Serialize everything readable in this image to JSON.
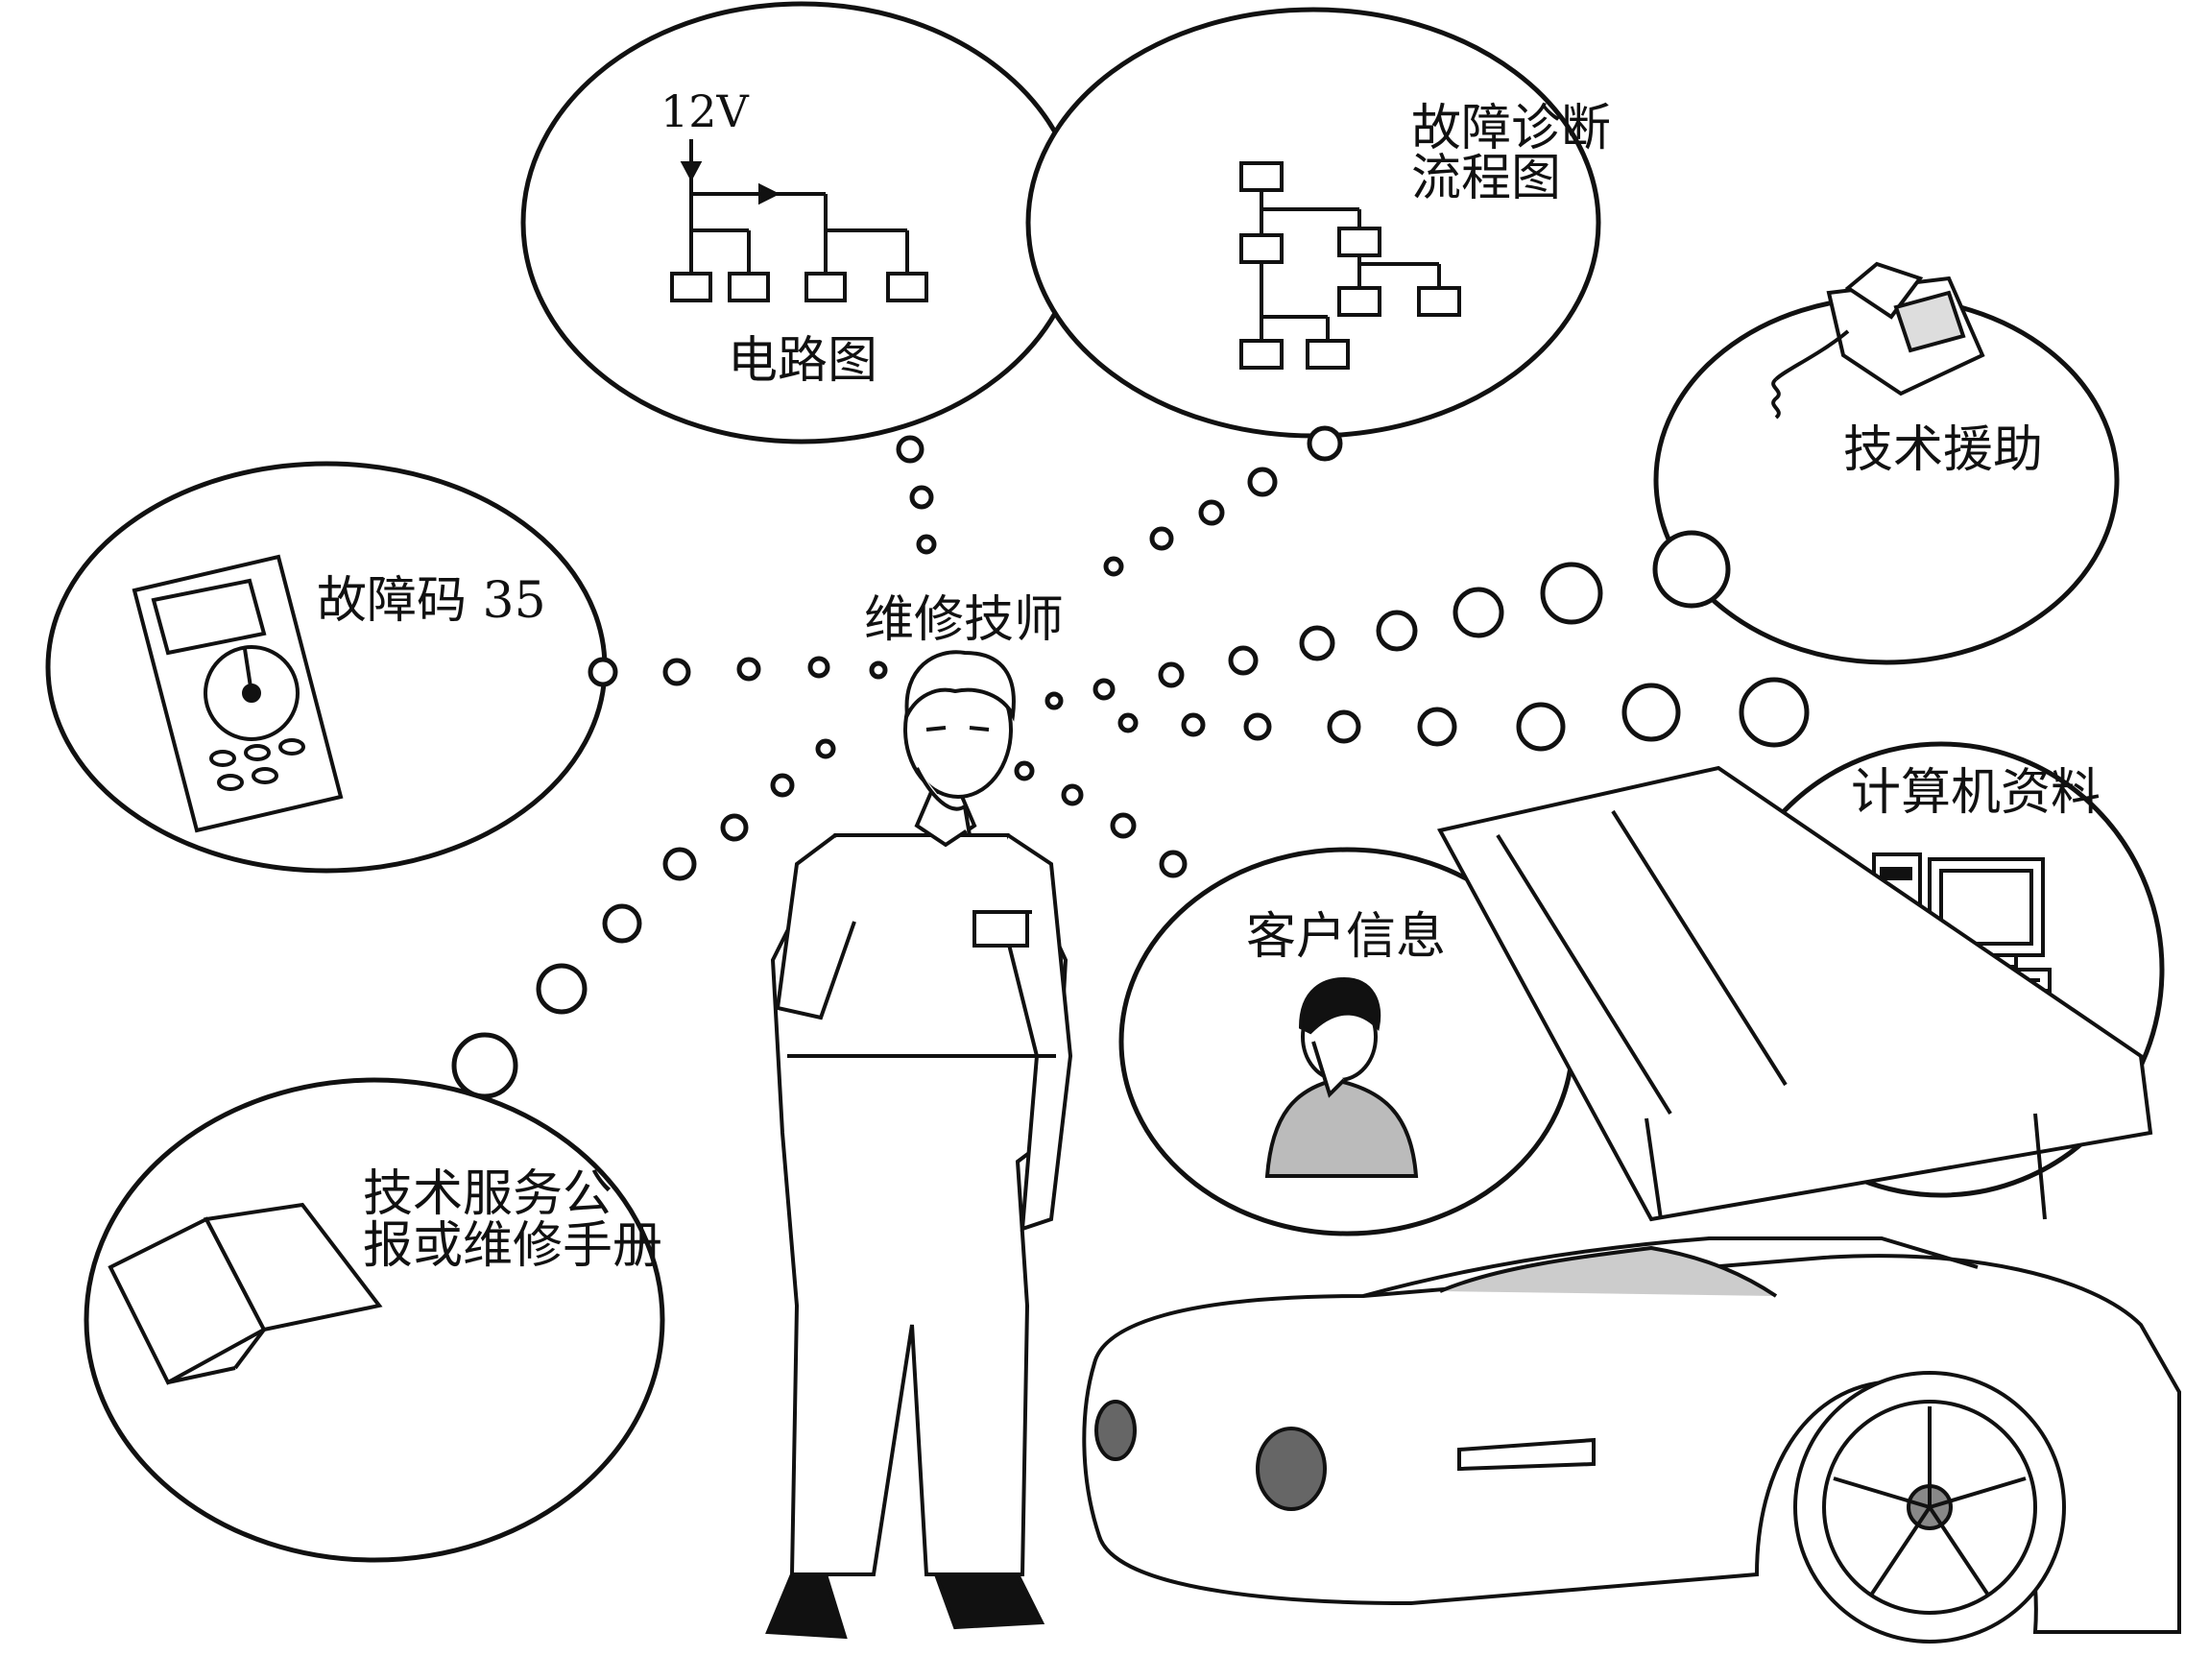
{
  "technician": {
    "label": "维修技师"
  },
  "bubbles": {
    "fault_code": {
      "label": "故障码 35"
    },
    "circuit": {
      "label": "电路图",
      "voltage": "12V"
    },
    "flowchart": {
      "label_line1": "故障诊断",
      "label_line2": "流程图"
    },
    "tech_help": {
      "label": "技术援助"
    },
    "computer": {
      "label": "计算机资料"
    },
    "customer": {
      "label": "客户信息"
    },
    "manual": {
      "label_line1": "技术服务公",
      "label_line2": "报或维修手册"
    }
  },
  "colors": {
    "ink": "#111111",
    "paper": "#ffffff"
  },
  "icons": {
    "fault_code": "multimeter-icon",
    "circuit": "circuit-diagram-icon",
    "flowchart": "flowchart-icon",
    "tech_help": "telephone-icon",
    "computer": "computer-icon",
    "customer": "customer-on-phone-icon",
    "manual": "open-book-icon",
    "technician": "mechanic-figure-icon",
    "car": "car-open-hood-icon"
  }
}
